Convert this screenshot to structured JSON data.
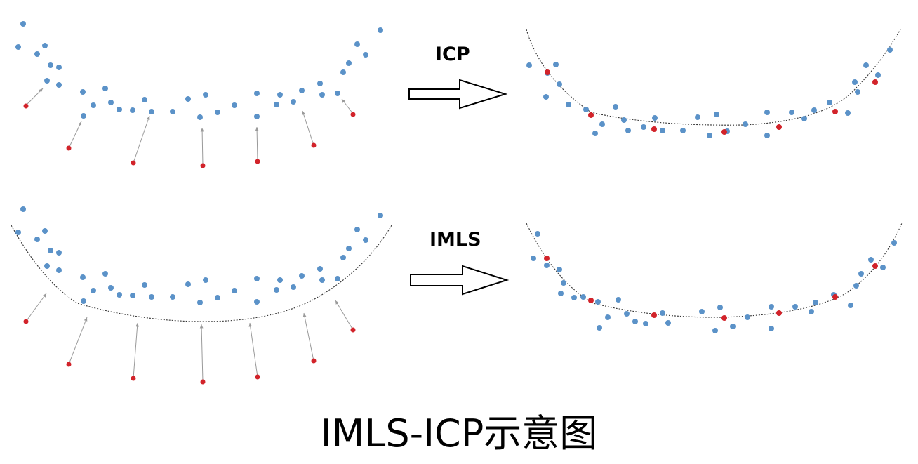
{
  "colors": {
    "surface_point": "#5b92c8",
    "scan_point": "#d2232a",
    "guide_line": "#9a9a9a",
    "surface_curve": "#333333"
  },
  "icp": {
    "label": "ICP"
  },
  "imls": {
    "label": "IMLS"
  },
  "caption": "IMLS-ICP示意图"
}
